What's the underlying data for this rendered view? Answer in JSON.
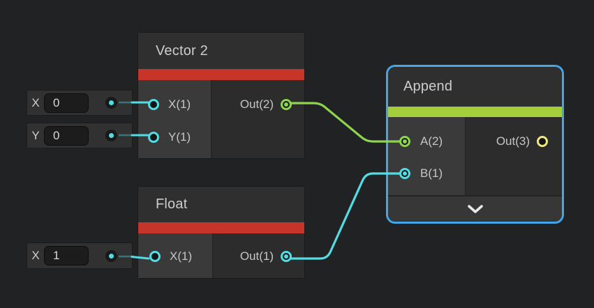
{
  "colors": {
    "canvas_bg": "#212223",
    "node_bg": "#2d2d2d",
    "node_header_bg": "#2f2f2f",
    "input_panel_bg": "#3a3a3a",
    "footer_bg": "#373737",
    "vector_type_bar_red": "#c63529",
    "append_type_bar_green": "#a5ce3b",
    "selection_blue": "#41a7e8",
    "wire_green": "#8dd54e",
    "wire_cyan": "#52dde4",
    "wire_cyan_dim": "#3a7478",
    "port_cyan": "#52dde4",
    "port_green": "#8dd54e",
    "port_yellow": "#ece97e",
    "chevron_white": "#e9e9e9"
  },
  "nodes": {
    "vector2": {
      "title": "Vector 2",
      "input_ports": [
        {
          "label": "X(1)"
        },
        {
          "label": "Y(1)"
        }
      ],
      "output_ports": [
        {
          "label": "Out(2)"
        }
      ]
    },
    "float_node": {
      "title": "Float",
      "input_ports": [
        {
          "label": "X(1)"
        }
      ],
      "output_ports": [
        {
          "label": "Out(1)"
        }
      ]
    },
    "append": {
      "title": "Append",
      "selected": true,
      "input_ports": [
        {
          "label": "A(2)"
        },
        {
          "label": "B(1)"
        }
      ],
      "output_ports": [
        {
          "label": "Out(3)"
        }
      ]
    }
  },
  "widgets": [
    {
      "label": "X",
      "value": "0"
    },
    {
      "label": "Y",
      "value": "0"
    },
    {
      "label": "X",
      "value": "1"
    }
  ],
  "edges": [
    {
      "name": "vector2-out-to-append-a",
      "color_key": "wire_green"
    },
    {
      "name": "float-out-to-append-b",
      "color_key": "wire_cyan"
    }
  ]
}
